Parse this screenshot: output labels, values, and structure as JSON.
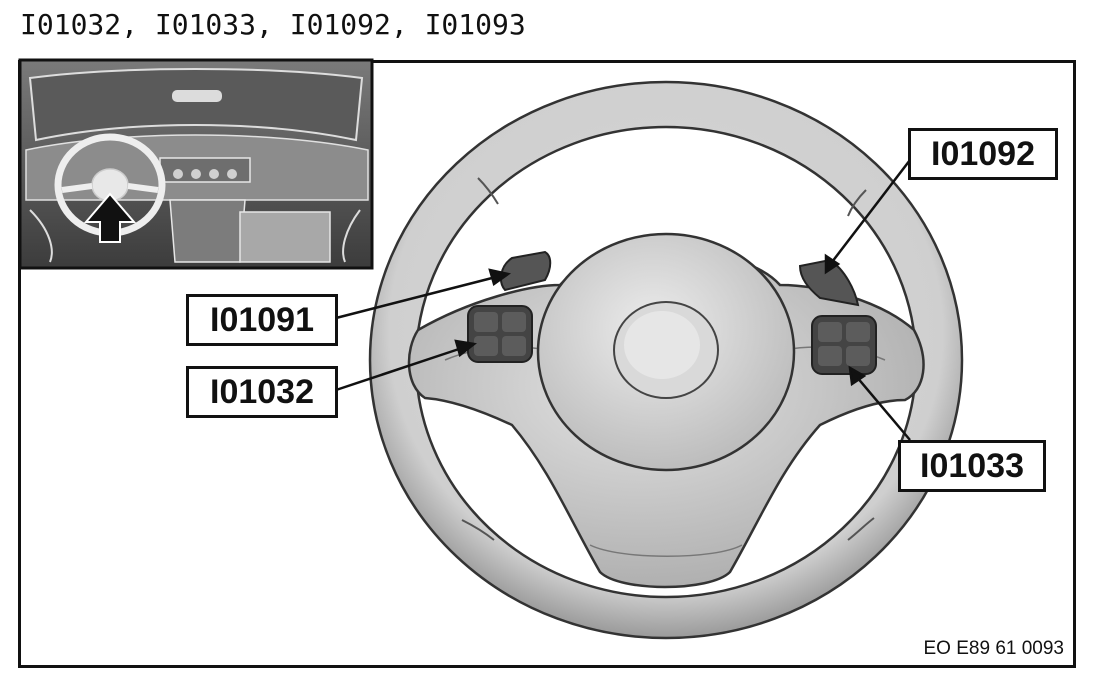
{
  "caption": "I01032, I01033, I01092, I01093",
  "figure_ref": "EO E89 61 0093",
  "callouts": {
    "left_paddle": "I01091",
    "right_paddle": "I01092",
    "left_buttons": "I01032",
    "right_buttons": "I01033"
  },
  "inset_icon": "arrow-up-icon"
}
